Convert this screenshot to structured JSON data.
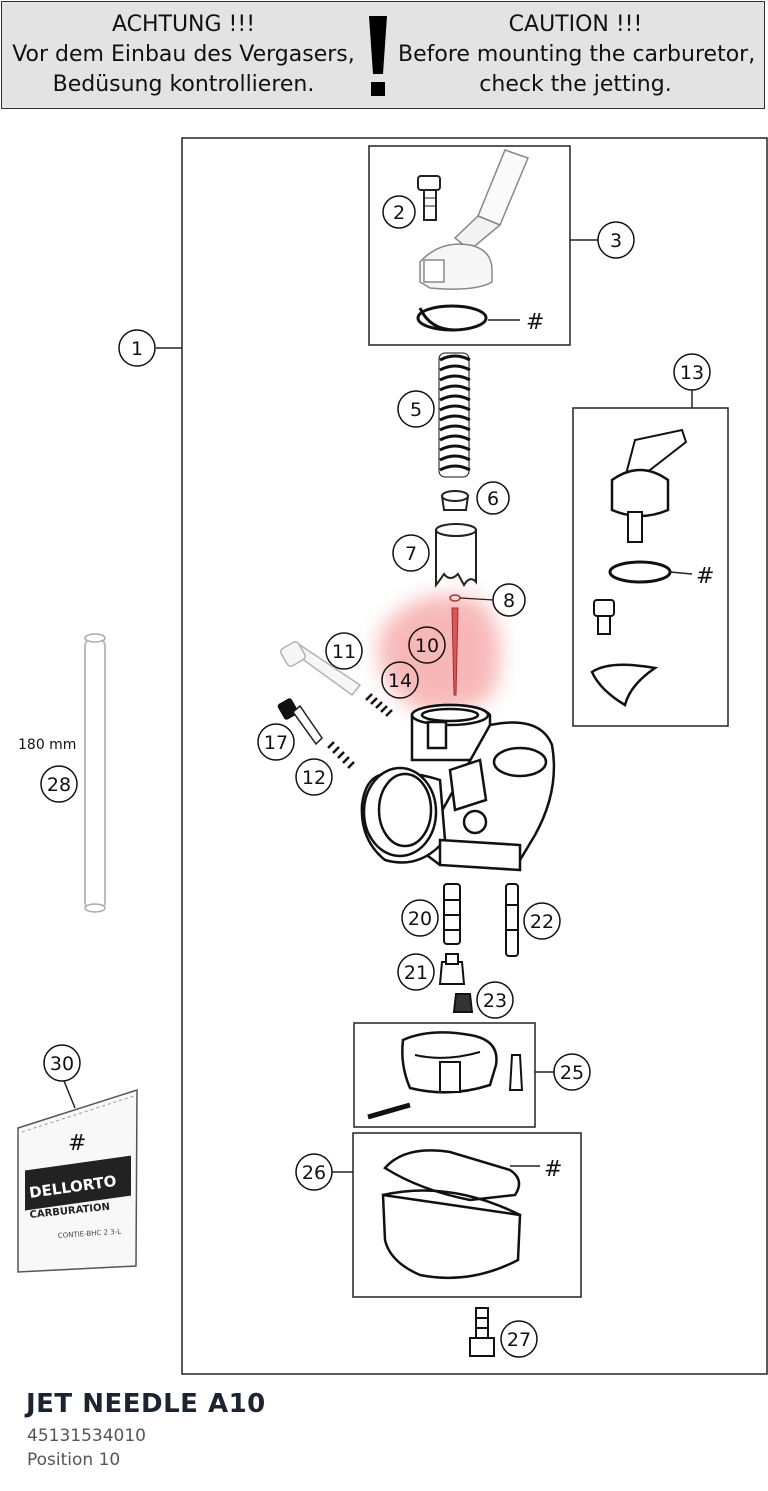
{
  "banner": {
    "de_title": "ACHTUNG !!!",
    "de_line1": "Vor dem Einbau des Vergasers,",
    "de_line2": "Bedüsung kontrollieren.",
    "en_title": "CAUTION !!!",
    "en_line1": "Before mounting the carburetor,",
    "en_line2": "check the jetting."
  },
  "diagram": {
    "callouts": {
      "c1": "1",
      "c2": "2",
      "c3": "3",
      "c5": "5",
      "c6": "6",
      "c7": "7",
      "c8": "8",
      "c10": "10",
      "c11": "11",
      "c12": "12",
      "c13": "13",
      "c14": "14",
      "c17": "17",
      "c20": "20",
      "c21": "21",
      "c22": "22",
      "c23": "23",
      "c25": "25",
      "c26": "26",
      "c27": "27",
      "c28": "28",
      "c30": "30"
    },
    "hash_mark": "#",
    "tube_length": "180 mm",
    "bag_brand": "DELLORTO",
    "bag_text1": "CARBURATION",
    "bag_text2": "CONTIE-BHC  2 3-L",
    "highlight_color": "#f4a0a0",
    "highlighted_position": "10"
  },
  "part": {
    "name": "JET NEEDLE A10",
    "number": "45131534010",
    "position": "Position 10"
  }
}
